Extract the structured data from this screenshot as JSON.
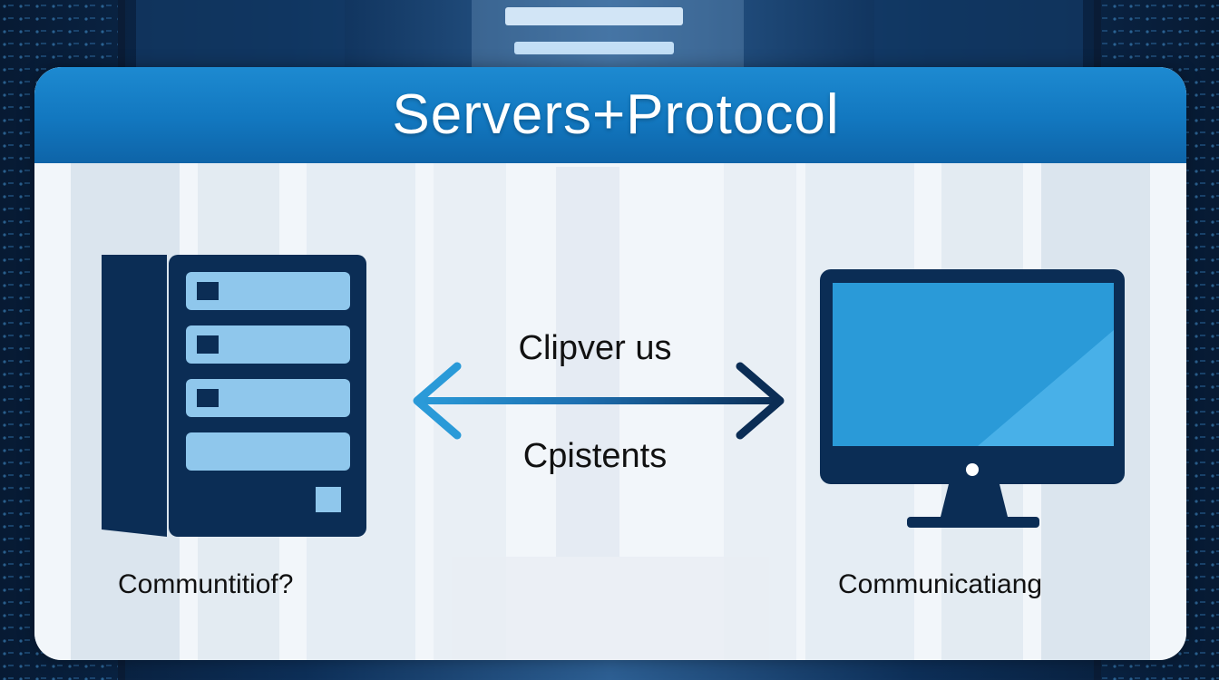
{
  "title": "Servers+Protocol",
  "center_top_label": "Clipver us",
  "center_bottom_label": "Cpistents",
  "left_caption": "Communtitiof?",
  "right_caption": "Communicatiang",
  "left_node_icon": "server-rack-icon",
  "right_node_icon": "desktop-monitor-icon",
  "connector_icon": "bidirectional-arrow-icon",
  "colors": {
    "title_bar": "#1277bf",
    "dark_navy": "#0b2d55",
    "light_blue": "#8fc7ec",
    "screen_blue": "#2a9ad8",
    "arrow_light": "#2a9ad8",
    "arrow_dark": "#0b2d55"
  }
}
